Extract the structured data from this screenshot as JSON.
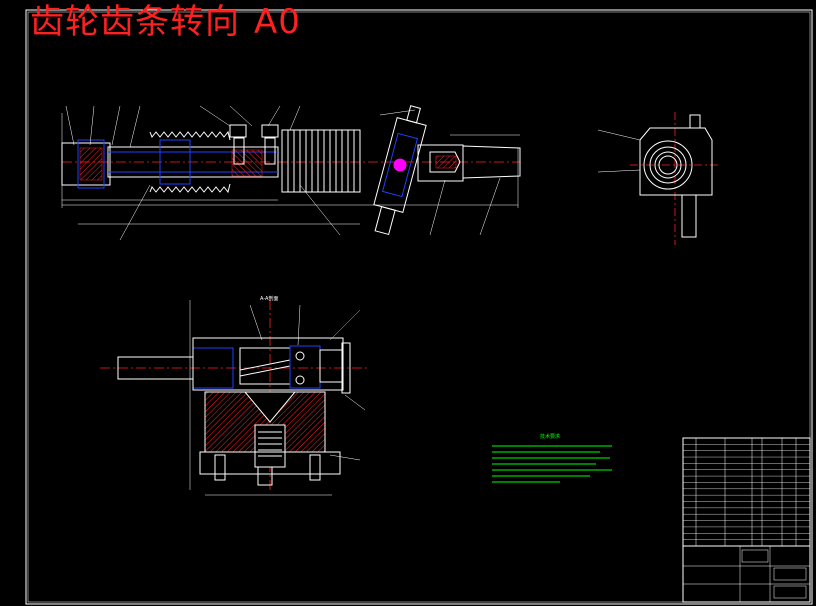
{
  "title": {
    "name": "齿轮齿条转向",
    "sheet_size": "A0"
  },
  "views": {
    "section_label": "A-A剖面"
  },
  "technical_requirements": {
    "heading": "技术要求"
  },
  "colors": {
    "background": "#000000",
    "frame": "#ffffff",
    "outline": "#ffffff",
    "hidden_blue": "#2040ff",
    "centerline": "#ff2020",
    "section_hatch": "#ff2020",
    "leader": "#00ffff",
    "boot": "#ffffff",
    "notes": "#00ff00",
    "pinion_accent": "#ff00ff",
    "title_block_text": "#ffffff"
  }
}
